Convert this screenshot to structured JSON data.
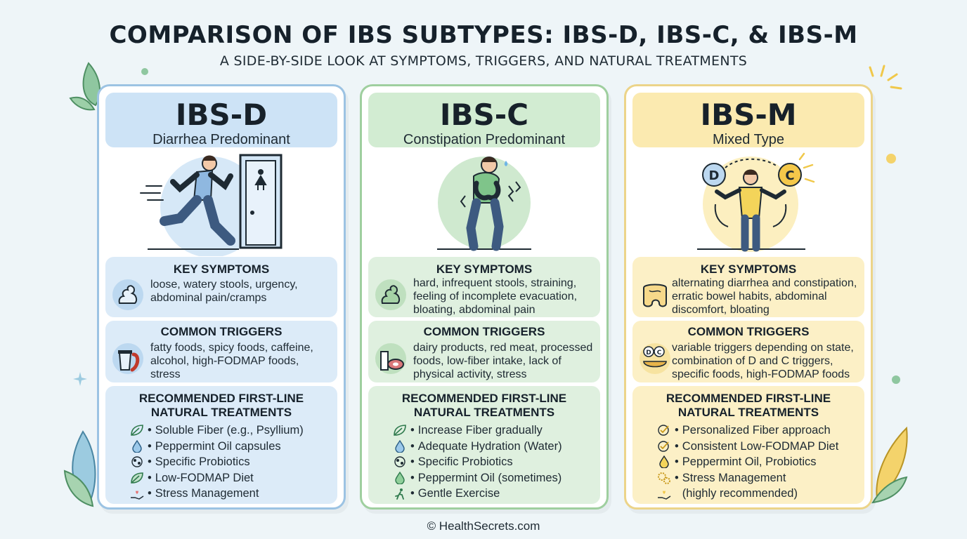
{
  "title": "COMPARISON OF IBS SUBTYPES: IBS-D, IBS-C, & IBS-M",
  "subtitle": "A SIDE-BY-SIDE LOOK AT SYMPTOMS, TRIGGERS, AND NATURAL TREATMENTS",
  "footer": "© HealthSecrets.com",
  "colors": {
    "ibs_d": "#cde3f6",
    "ibs_c": "#d2ecd2",
    "ibs_m": "#fbeab0"
  },
  "labels": {
    "symptoms": "KEY SYMPTOMS",
    "triggers": "COMMON TRIGGERS",
    "treatments_line1": "RECOMMENDED FIRST-LINE",
    "treatments_line2": "NATURAL TREATMENTS"
  },
  "cards": {
    "d": {
      "name": "IBS-D",
      "desc": "Diarrhea Predominant",
      "illustration": "person-running-to-restroom",
      "symptoms_icon": "stool-icon",
      "symptoms": [
        "loose, watery stools, urgency,",
        "abdominal pain/cramps"
      ],
      "triggers_icon": "coffee-and-chili-icon",
      "triggers": [
        "fatty foods, spicy foods, caffeine,",
        "alcohol, high-FODMAP foods,",
        "stress"
      ],
      "treatments": [
        {
          "icon": "leaf-icon",
          "text": "Soluble Fiber (e.g., Psyllium)"
        },
        {
          "icon": "drop-icon",
          "text": "Peppermint Oil capsules"
        },
        {
          "icon": "probiotic-icon",
          "text": "Specific Probiotics"
        },
        {
          "icon": "leaf-icon",
          "text": "Low-FODMAP Diet"
        },
        {
          "icon": "hand-heart-icon",
          "text": "Stress Management"
        }
      ]
    },
    "c": {
      "name": "IBS-C",
      "desc": "Constipation Predominant",
      "illustration": "person-straining-with-cramps",
      "symptoms_icon": "stool-icon",
      "symptoms": [
        "hard, infrequent stools, straining,",
        "feeling of incomplete evacuation,",
        "bloating, abdominal pain"
      ],
      "triggers_icon": "milk-and-meat-icon",
      "triggers": [
        "dairy products, red meat, processed",
        "foods, low-fiber intake, lack of",
        "physical activity, stress"
      ],
      "treatments": [
        {
          "icon": "leaf-icon",
          "text": "Increase Fiber gradually"
        },
        {
          "icon": "drop-icon",
          "text": "Adequate Hydration (Water)"
        },
        {
          "icon": "probiotic-icon",
          "text": "Specific Probiotics"
        },
        {
          "icon": "drop-icon",
          "text": "Peppermint Oil (sometimes)"
        },
        {
          "icon": "runner-icon",
          "text": "Gentle Exercise"
        }
      ]
    },
    "m": {
      "name": "IBS-M",
      "desc": "Mixed Type",
      "illustration": "person-juggling-d-and-c",
      "symptoms_icon": "intestine-icon",
      "symptoms": [
        "alternating diarrhea and constipation,",
        "erratic bowel habits, abdominal",
        "discomfort, bloating"
      ],
      "triggers_icon": "d-c-food-bowl-icon",
      "triggers": [
        "variable triggers depending on state,",
        "combination of D and C triggers,",
        "specific foods, high-FODMAP foods"
      ],
      "treatments": [
        {
          "icon": "check-circle-icon",
          "text": "Personalized Fiber approach"
        },
        {
          "icon": "check-circle-icon",
          "text": "Consistent Low-FODMAP Diet"
        },
        {
          "icon": "drop-icon",
          "text": "Peppermint Oil, Probiotics"
        },
        {
          "icon": "gears-icon",
          "text": "Stress Management"
        },
        {
          "icon": "hand-heart-icon",
          "text": "(highly recommended)",
          "no_bullet": true
        }
      ]
    }
  }
}
